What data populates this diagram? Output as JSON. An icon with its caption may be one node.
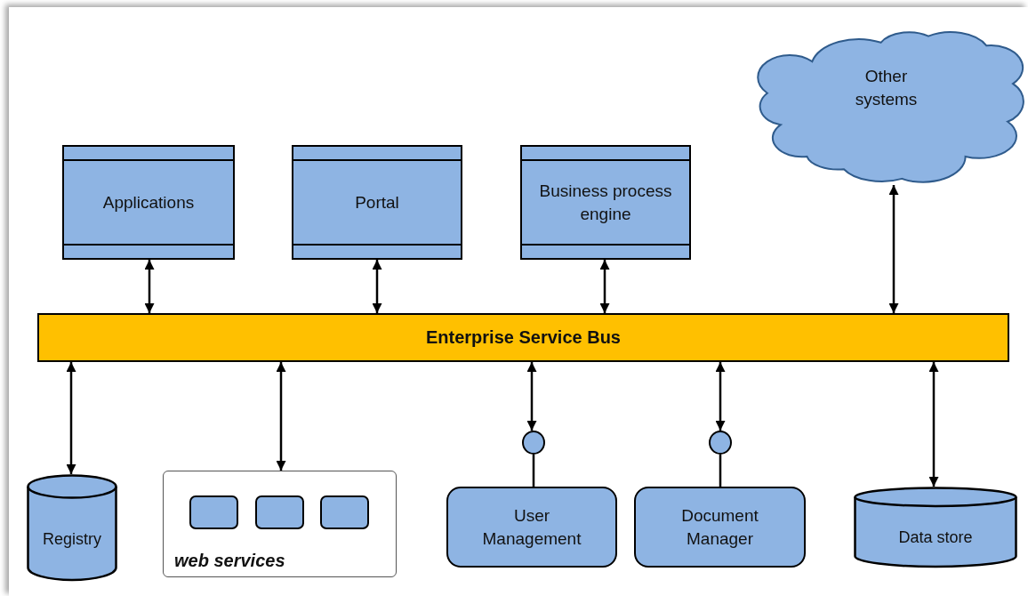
{
  "diagram": {
    "nodes": [
      {
        "text": [
          "Applications"
        ]
      },
      {
        "text": [
          "Portal"
        ]
      },
      {
        "text": [
          "Business process engine"
        ]
      },
      {
        "text": [
          "Other systems"
        ]
      },
      {
        "text": [
          "Enterprise Service Bus"
        ]
      },
      {
        "text": [
          "Registry"
        ]
      },
      {
        "text": [
          "web services"
        ]
      },
      {
        "text": [],
        "shape": "box",
        "in": 6
      },
      {
        "text": [],
        "shape": "box",
        "in": 6
      },
      {
        "text": [],
        "shape": "box",
        "in": 6
      },
      {
        "text": [],
        "shape": "circle"
      },
      {
        "text": [],
        "shape": "circle"
      },
      {
        "text": [
          "User Management"
        ]
      },
      {
        "text": [
          "Document Manager"
        ]
      },
      {
        "text": [
          "Data store"
        ]
      }
    ],
    "edges": [
      {
        "from": 0,
        "to": 4,
        "arrow": "both"
      },
      {
        "from": 1,
        "to": 4,
        "arrow": "both"
      },
      {
        "from": 2,
        "to": 4,
        "arrow": "both"
      },
      {
        "from": 3,
        "to": 4,
        "arrow": "both"
      },
      {
        "from": 4,
        "to": 5,
        "arrow": "both"
      },
      {
        "from": 4,
        "to": 6,
        "arrow": "both"
      },
      {
        "from": 4,
        "to": 10,
        "arrow": "both"
      },
      {
        "from": 4,
        "to": 11,
        "arrow": "both"
      },
      {
        "from": 10,
        "to": 12,
        "arrow": "none"
      },
      {
        "from": 11,
        "to": 13,
        "arrow": "none"
      },
      {
        "from": 4,
        "to": 14,
        "arrow": "both"
      }
    ]
  }
}
